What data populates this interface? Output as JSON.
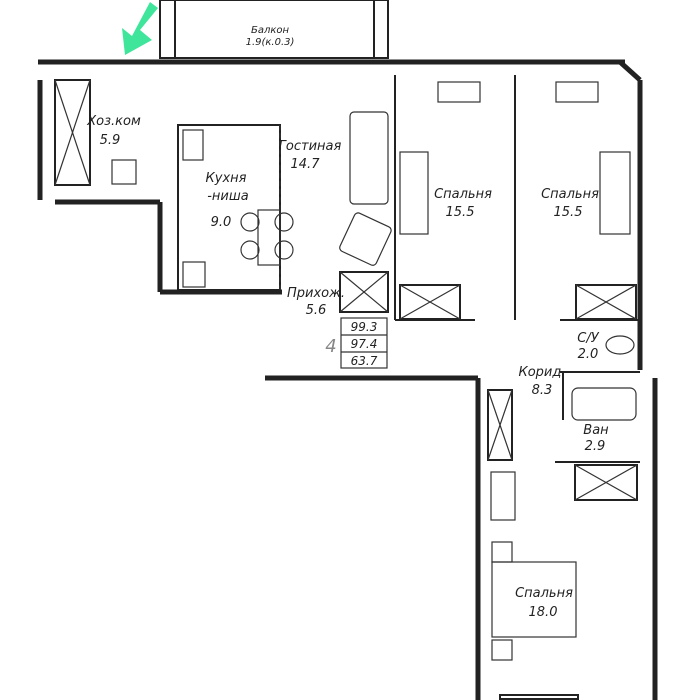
{
  "plan": {
    "marker_color": "#3ee59a",
    "rooms": [
      {
        "name": "Балкон",
        "area": "1.9(к.0.3)"
      },
      {
        "name": "Хоз.ком",
        "area": "5.9"
      },
      {
        "name": "Кухня",
        "name2": "-ниша",
        "area": "9.0"
      },
      {
        "name": "Гостиная",
        "area": "14.7"
      },
      {
        "name": "Прихож.",
        "area": "5.6"
      },
      {
        "name": "Спальня",
        "area": "15.5"
      },
      {
        "name": "Спальня",
        "area": "15.5"
      },
      {
        "name": "С/У",
        "area": "2.0"
      },
      {
        "name": "Корид.",
        "area": "8.3"
      },
      {
        "name": "Ван",
        "area": "2.9"
      },
      {
        "name": "Спальня",
        "area": "18.0"
      }
    ],
    "rooms_count": "4",
    "areas": {
      "total": "99.3",
      "total_no_balcony": "97.4",
      "living": "63.7"
    }
  }
}
